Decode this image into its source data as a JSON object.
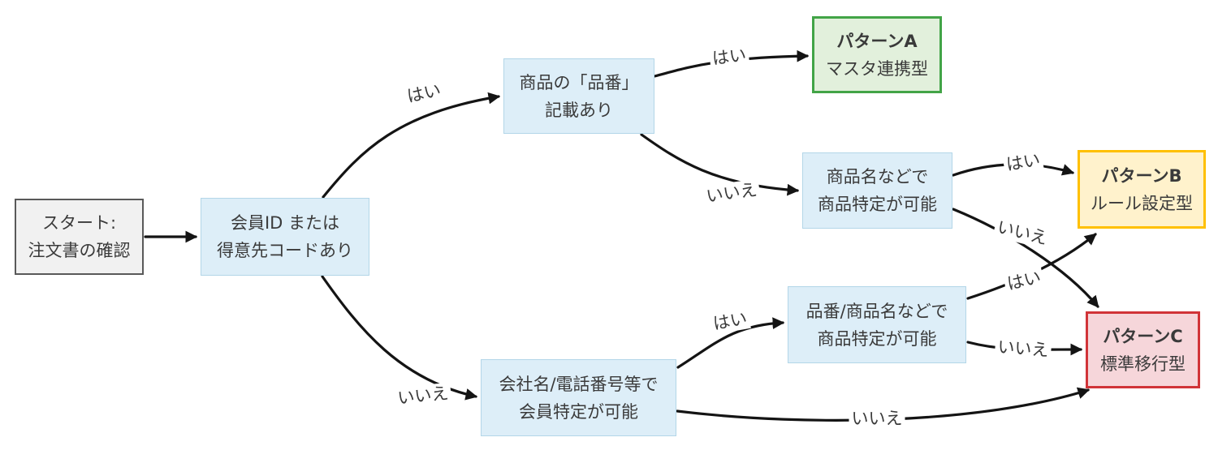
{
  "diagram": {
    "nodes": {
      "start": {
        "line1": "スタート:",
        "line2": "注文書の確認"
      },
      "member_check": {
        "line1": "会員ID または",
        "line2": "得意先コードあり"
      },
      "item_number_check": {
        "line1": "商品の「品番」",
        "line2": "記載あり"
      },
      "product_name_check": {
        "line1": "商品名などで",
        "line2": "商品特定が可能"
      },
      "item_or_product_name_check": {
        "line1": "品番/商品名などで",
        "line2": "商品特定が可能"
      },
      "company_check": {
        "line1": "会社名/電話番号等で",
        "line2": "会員特定が可能"
      },
      "pattern_a": {
        "title": "パターンA",
        "subtitle": "マスタ連携型"
      },
      "pattern_b": {
        "title": "パターンB",
        "subtitle": "ルール設定型"
      },
      "pattern_c": {
        "title": "パターンC",
        "subtitle": "標準移行型"
      }
    },
    "edge_labels": [
      {
        "edge": "member-to-item-number",
        "text": "はい"
      },
      {
        "edge": "item-number-to-pattern-a",
        "text": "はい"
      },
      {
        "edge": "item-number-to-product-name",
        "text": "いいえ"
      },
      {
        "edge": "product-name-to-pattern-b",
        "text": "はい"
      },
      {
        "edge": "product-name-to-pattern-c",
        "text": "いいえ"
      },
      {
        "edge": "member-to-company",
        "text": "いいえ"
      },
      {
        "edge": "company-to-item-or-product-name",
        "text": "はい"
      },
      {
        "edge": "item-or-product-name-to-pattern-b",
        "text": "はい"
      },
      {
        "edge": "item-or-product-name-to-pattern-c",
        "text": "いいえ"
      },
      {
        "edge": "company-to-pattern-c",
        "text": "いいえ"
      }
    ]
  },
  "colors": {
    "node_fill_blue": "#ddeef8",
    "node_border_blue": "#b3d6e8",
    "start_fill": "#f1f1f1",
    "start_border": "#595959",
    "pattern_a_fill": "#e2f0dc",
    "pattern_a_border": "#42a447",
    "pattern_b_fill": "#fff2cc",
    "pattern_b_border": "#ffc000",
    "pattern_c_fill": "#f6d6da",
    "pattern_c_border": "#d13438",
    "arrow": "#141414",
    "text": "#3a3a3a"
  }
}
